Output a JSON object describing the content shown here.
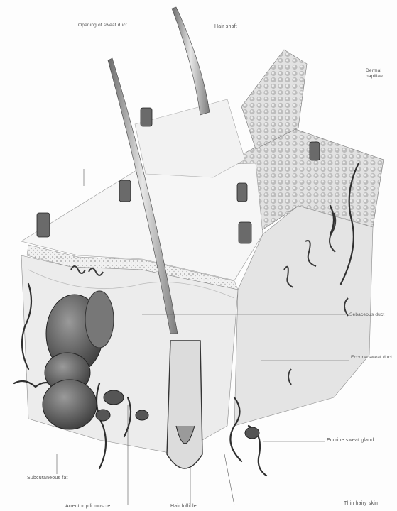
{
  "labels": {
    "opening_sweat_duct": "Opening of sweat duct",
    "hair_shaft": "Hair shaft",
    "dermis_top": "Dermal papillae",
    "sebaceous_duct": "Sebaceous duct",
    "eccrine_sweat_duct": "Eccrine sweat duct",
    "eccrine_sweat_gland": "Eccrine sweat gland",
    "subcutaneous_fat": "Subcutaneous fat",
    "arrector_pili": "Arrector pili muscle",
    "hair_follicle": "Hair follicle",
    "thin_hairy_skin": "Thin hairy skin"
  },
  "colors": {
    "ink": "#3a3a3a",
    "shade": "#8a8a8a",
    "light": "#cfcfcf",
    "paper": "#fdfdfd"
  }
}
